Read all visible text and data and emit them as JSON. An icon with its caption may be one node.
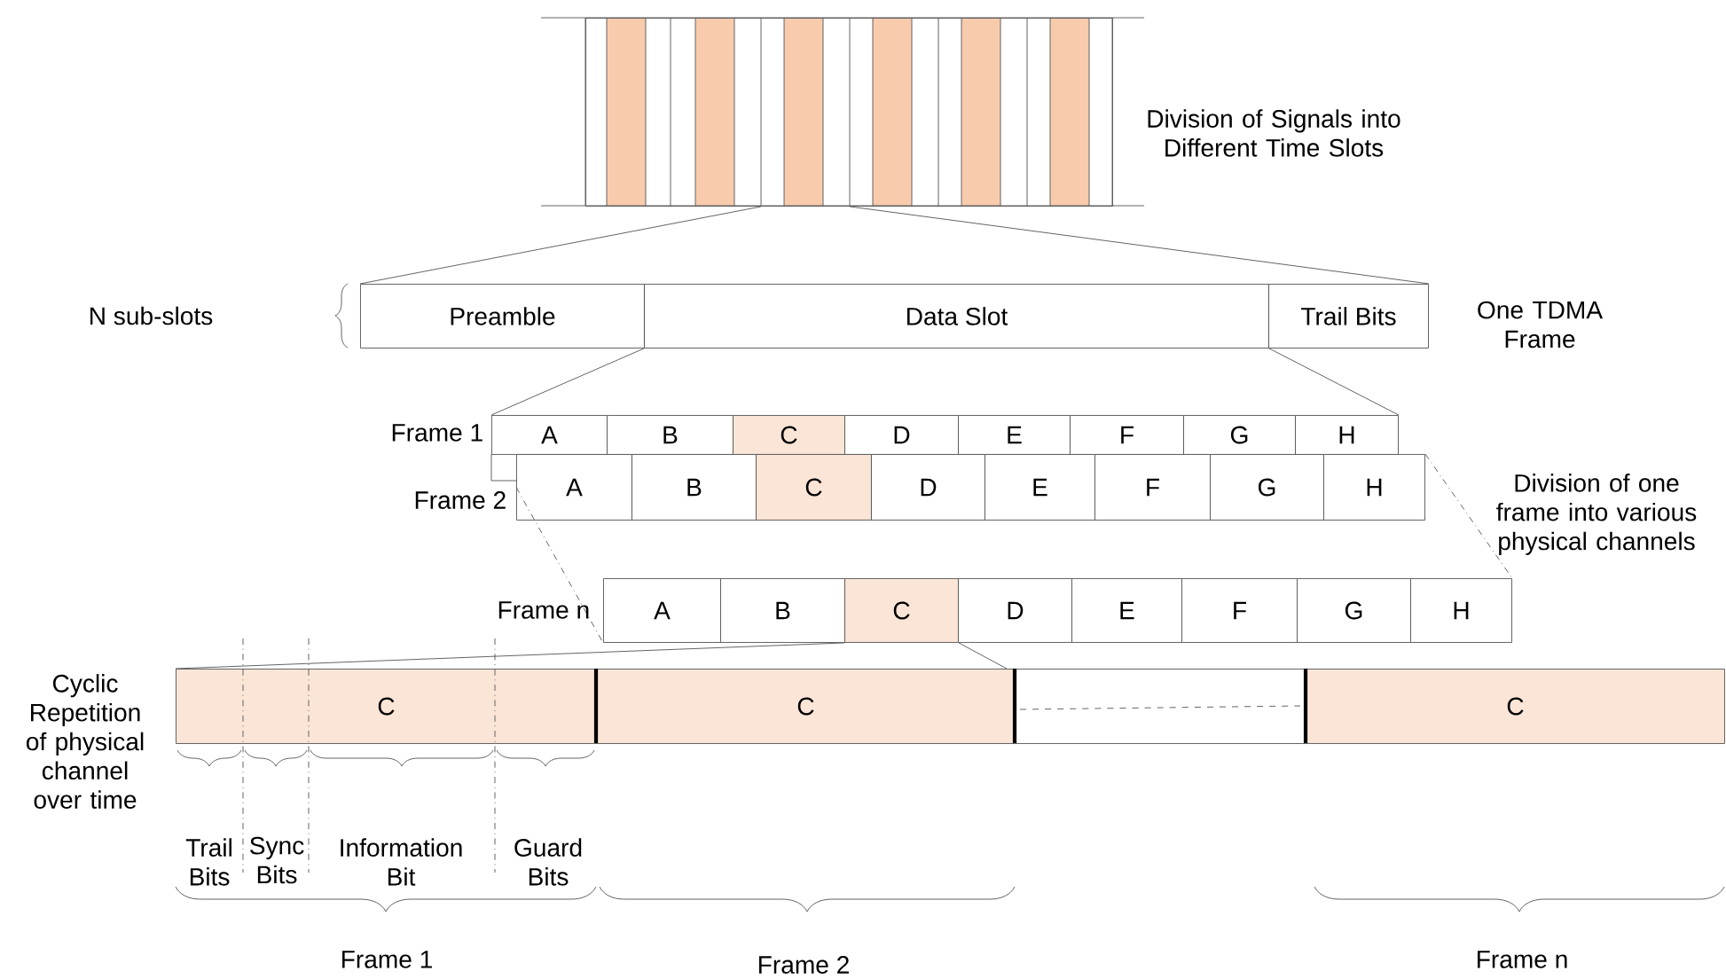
{
  "diagram": {
    "nodes": [
      {
        "text": [],
        "shape": "box"
      },
      {
        "text": [
          "Preamble"
        ]
      },
      {
        "text": [
          "Data Slot"
        ]
      },
      {
        "text": [
          "Trail Bits"
        ]
      },
      {
        "text": [
          "A"
        ]
      },
      {
        "text": [
          "B"
        ]
      },
      {
        "text": [
          "C"
        ]
      },
      {
        "text": [
          "D"
        ]
      },
      {
        "text": [
          "E"
        ]
      },
      {
        "text": [
          "F"
        ]
      },
      {
        "text": [
          "G"
        ]
      },
      {
        "text": [
          "H"
        ]
      },
      {
        "text": [
          "A"
        ]
      },
      {
        "text": [
          "B"
        ]
      },
      {
        "text": [
          "C"
        ]
      },
      {
        "text": [
          "D"
        ]
      },
      {
        "text": [
          "E"
        ]
      },
      {
        "text": [
          "F"
        ]
      },
      {
        "text": [
          "G"
        ]
      },
      {
        "text": [
          "H"
        ]
      },
      {
        "text": [
          "A"
        ]
      },
      {
        "text": [
          "B"
        ]
      },
      {
        "text": [
          "C"
        ]
      },
      {
        "text": [
          "D"
        ]
      },
      {
        "text": [
          "E"
        ]
      },
      {
        "text": [
          "F"
        ]
      },
      {
        "text": [
          "G"
        ]
      },
      {
        "text": [
          "H"
        ]
      },
      {
        "text": [
          "C"
        ]
      },
      {
        "text": [
          "C"
        ]
      },
      {
        "text": [],
        "shape": "box"
      },
      {
        "text": [
          "C"
        ]
      }
    ],
    "edges": [
      {
        "from": 0,
        "to": 1,
        "arrow": "none"
      },
      {
        "from": 0,
        "to": 3,
        "arrow": "none"
      },
      {
        "from": 2,
        "to": 4,
        "arrow": "none"
      },
      {
        "from": 2,
        "to": 11,
        "arrow": "none"
      },
      {
        "from": 12,
        "to": 20,
        "arrow": "none",
        "style": "dashed"
      },
      {
        "from": 19,
        "to": 27,
        "arrow": "none",
        "style": "dashed"
      },
      {
        "from": 22,
        "to": 28,
        "arrow": "none"
      },
      {
        "from": 22,
        "to": 29,
        "arrow": "none"
      }
    ],
    "labels": [
      "Division of Signals into Different Time Slots",
      "N sub-slots",
      "One TDMA Frame",
      "Frame 1",
      "Frame 2",
      "Division of one frame into various physical channels",
      "Frame n",
      "Cyclic Repetition of physical channel over time",
      "Trail Bits",
      "Sync Bits",
      "Information Bit",
      "Guard Bits",
      "Frame 1",
      "Frame 2",
      "Frame n"
    ]
  }
}
